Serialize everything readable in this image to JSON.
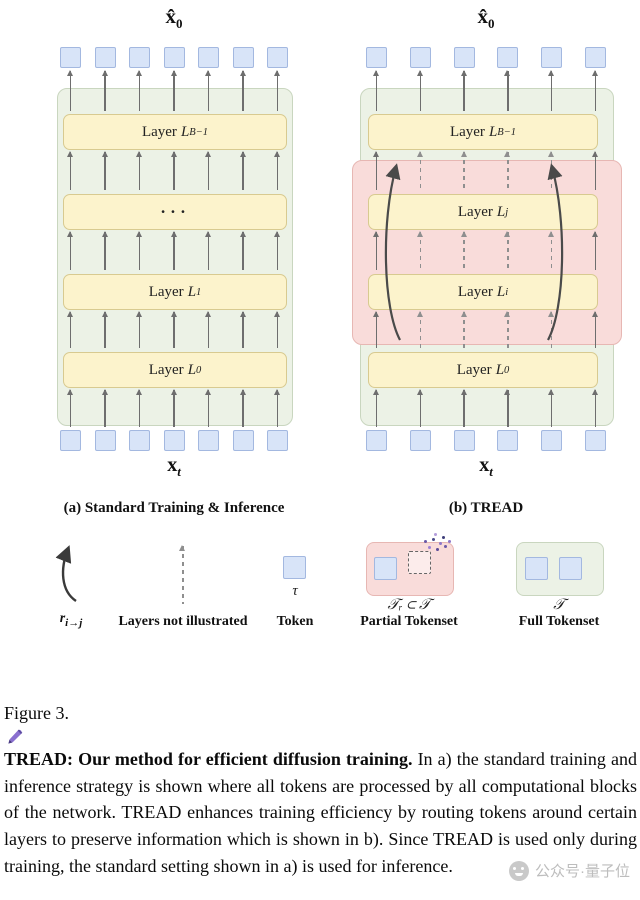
{
  "figure": {
    "panel_a": {
      "output_base": "x̂",
      "output_sub": "0",
      "input_base": "x",
      "input_sub": "t",
      "layers": [
        {
          "word": "Layer",
          "var": "L",
          "sub": "B−1"
        },
        {
          "word": "· · ·",
          "var": "",
          "sub": ""
        },
        {
          "word": "Layer",
          "var": "L",
          "sub": "1"
        },
        {
          "word": "Layer",
          "var": "L",
          "sub": "0"
        }
      ],
      "caption": "(a) Standard Training & Inference"
    },
    "panel_b": {
      "output_base": "x̂",
      "output_sub": "0",
      "input_base": "x",
      "input_sub": "t",
      "layers": [
        {
          "word": "Layer",
          "var": "L",
          "sub": "B−1"
        },
        {
          "word": "Layer",
          "var": "L",
          "sub": "j"
        },
        {
          "word": "Layer",
          "var": "L",
          "sub": "i"
        },
        {
          "word": "Layer",
          "var": "L",
          "sub": "0"
        }
      ],
      "caption": "(b) TREAD"
    },
    "legend": {
      "route_base": "r",
      "route_sub": "i→j",
      "not_illustrated_label": "Layers not illustrated",
      "token_symbol": "τ",
      "token_label": "Token",
      "partial_symbol": "𝒯ᵣ ⊂ 𝒯",
      "partial_label": "Partial Tokenset",
      "full_symbol": "𝒯",
      "full_label": "Full Tokenset"
    }
  },
  "caption": {
    "figure_label": "Figure 3.",
    "emoji": "🖍️",
    "bold_text": "TREAD: Our method for efficient diffusion training.",
    "body_text": "In a) the standard training and inference strategy is shown where all tokens are processed by all computational blocks of the network. TREAD enhances training efficiency by routing tokens around certain layers to preserve information which is shown in b). Since TREAD is used only during training, the standard setting shown in a) is used for inference."
  },
  "watermark": {
    "text": "公众号·量子位"
  },
  "colors": {
    "token_fill": "#d8e4f8",
    "token_border": "#a3b8e0",
    "block_green": "#ecf2e6",
    "block_yellow": "#fcf3cc",
    "block_pink": "#f9dcda",
    "arrow_gray": "#6e6e6e",
    "accent_purple": "#7b5cc6"
  }
}
